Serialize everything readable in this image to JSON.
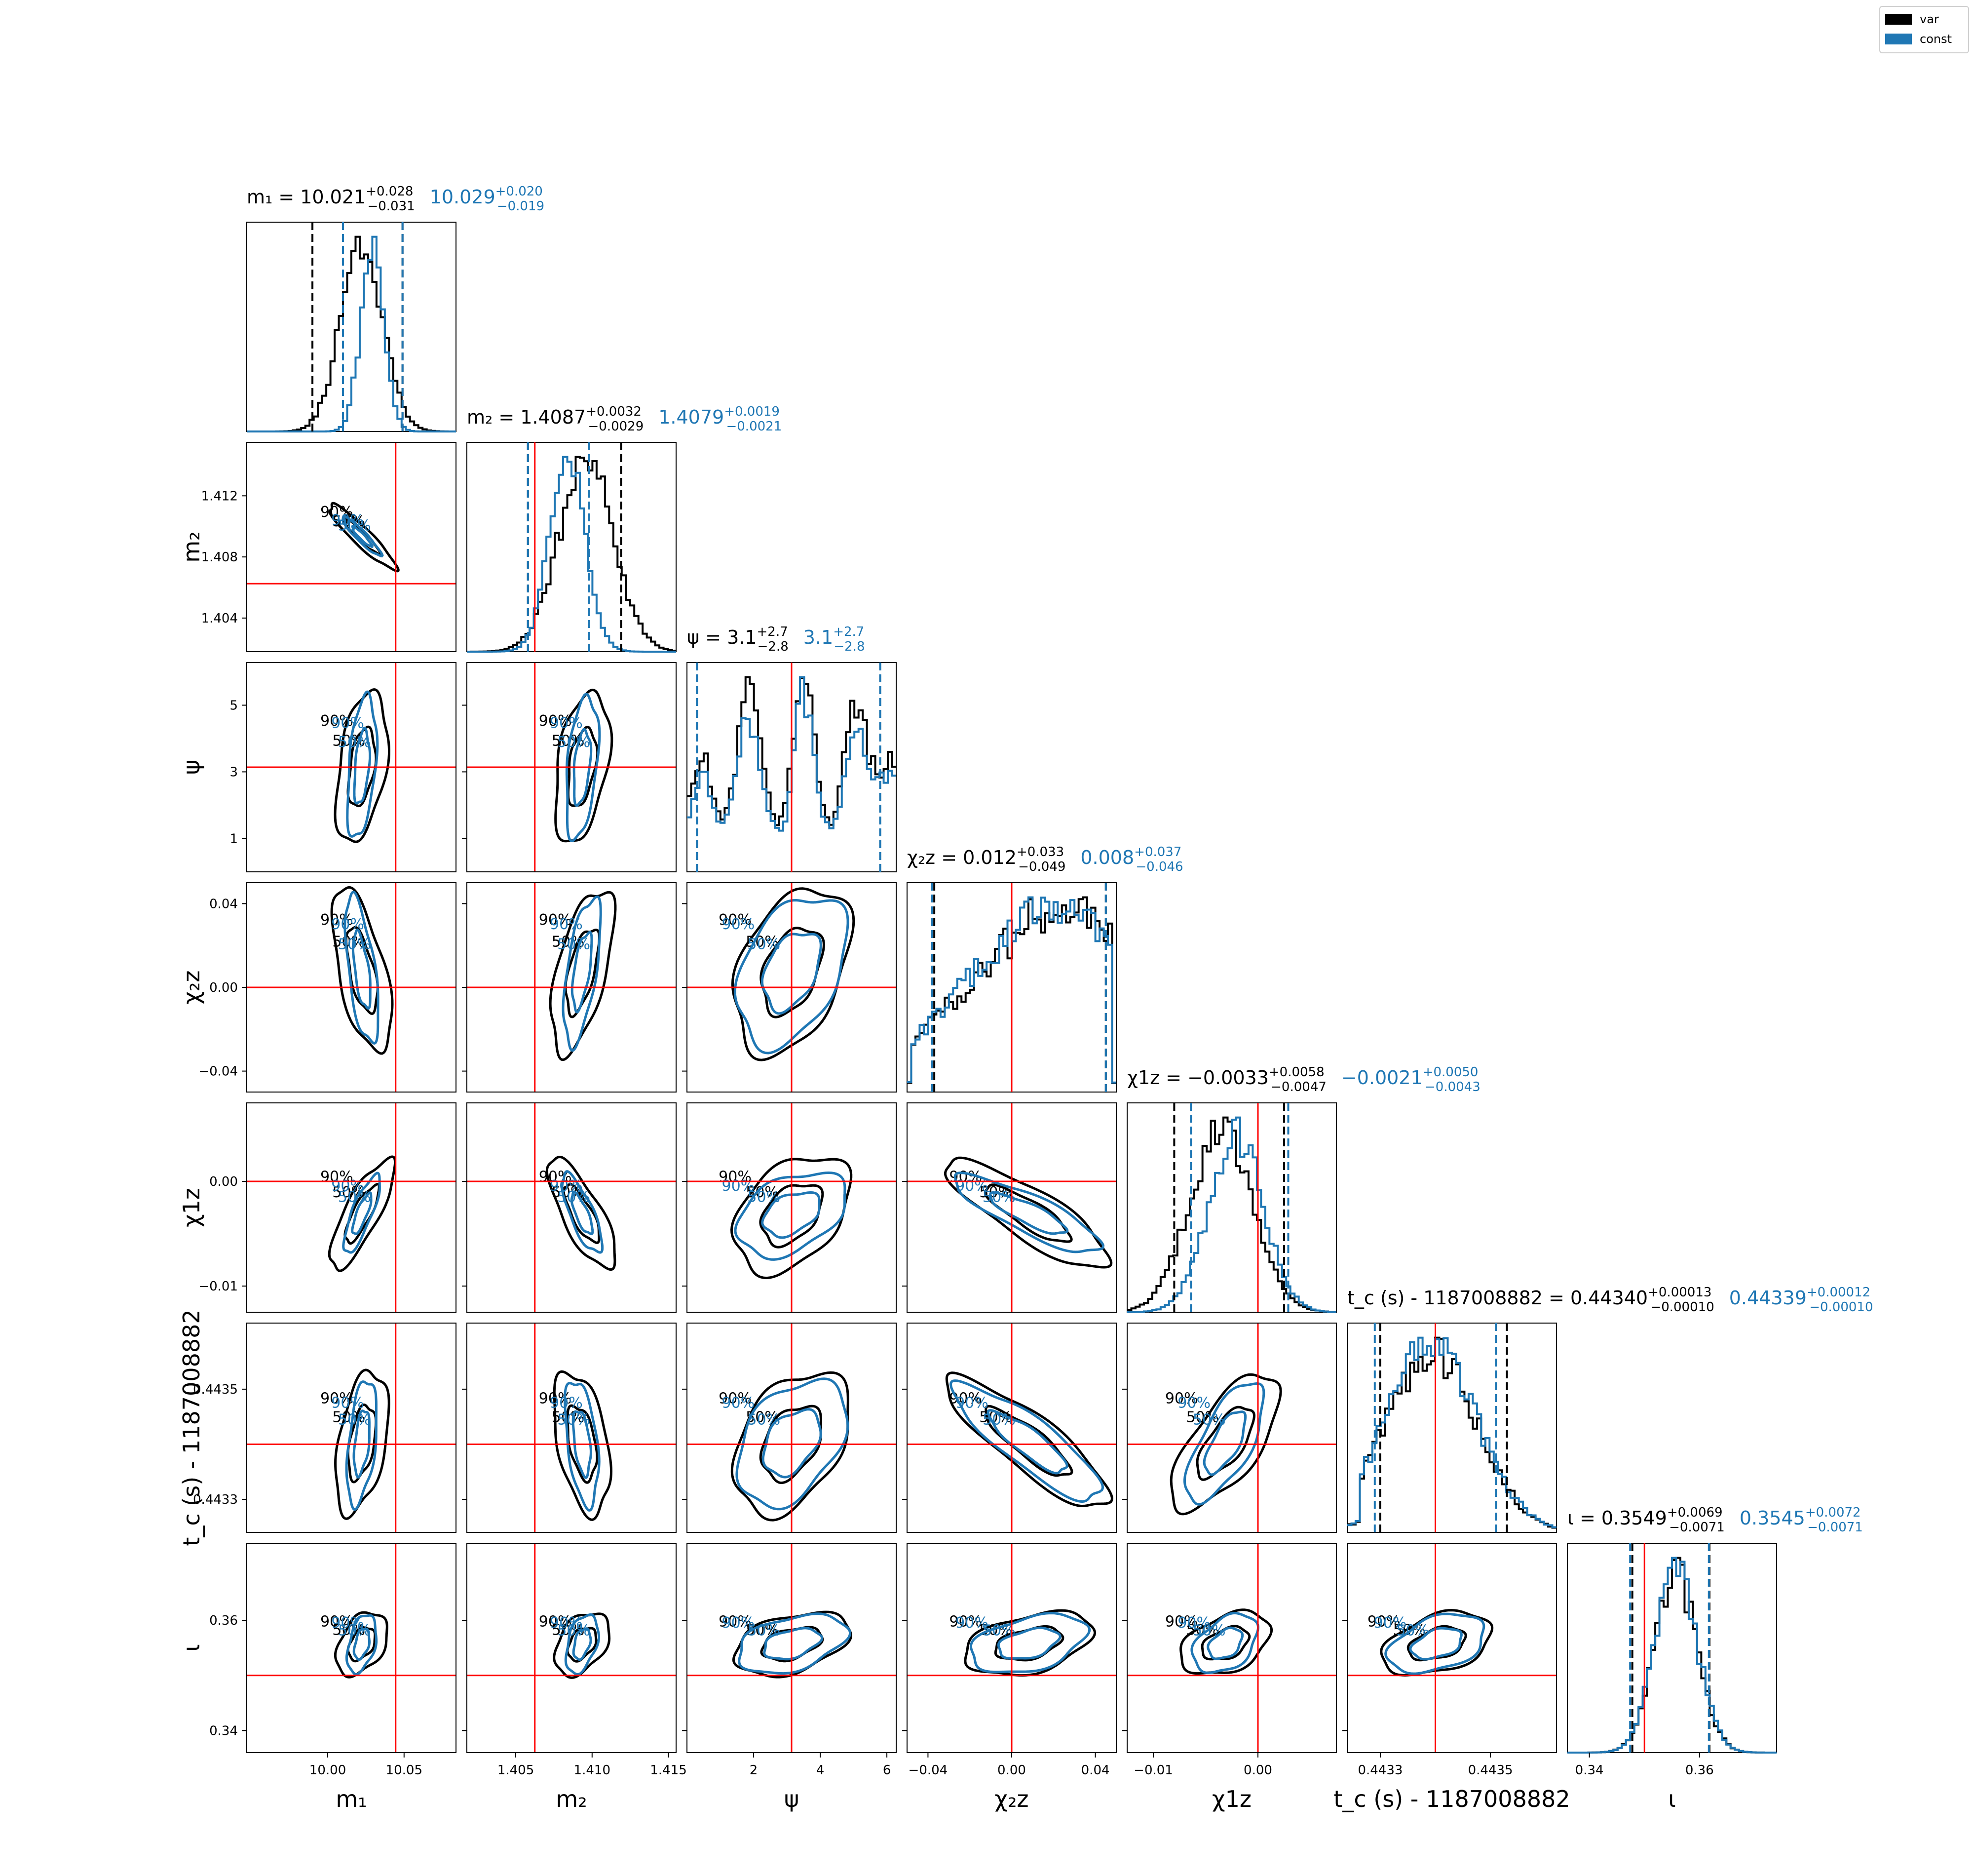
{
  "legend": [
    {
      "name": "var",
      "color": "#000000"
    },
    {
      "name": "const",
      "color": "#1f77b4"
    }
  ],
  "chart_data": {
    "type": "corner",
    "series_colors": {
      "var": "#000000",
      "const": "#1f77b4"
    },
    "truth_color": "#ff0000",
    "contour_labels": [
      "50%",
      "90%"
    ],
    "parameters": [
      {
        "id": "m1",
        "label": "m₁",
        "range": [
          9.947,
          10.084
        ],
        "ticks": [
          10.0,
          10.05
        ],
        "tick_labels": [
          "10.00",
          "10.05"
        ],
        "truth": 10.0445,
        "title_var": {
          "prefix": "m₁ = ",
          "value": "10.021",
          "upper": "+0.028",
          "lower": "−0.031"
        },
        "title_const": {
          "value": "10.029",
          "upper": "+0.020",
          "lower": "−0.019"
        }
      },
      {
        "id": "m2",
        "label": "m₂",
        "range": [
          1.4018,
          1.4155
        ],
        "ticks": [
          1.404,
          1.408,
          1.412
        ],
        "tick_labels": [
          "1.404",
          "1.408",
          "1.412"
        ],
        "x_ticks": [
          1.405,
          1.41,
          1.415
        ],
        "x_tick_labels": [
          "1.405",
          "1.410",
          "1.415"
        ],
        "truth": 1.40625,
        "title_var": {
          "prefix": "m₂ = ",
          "value": "1.4087",
          "upper": "+0.0032",
          "lower": "−0.0029"
        },
        "title_const": {
          "value": "1.4079",
          "upper": "+0.0019",
          "lower": "−0.0021"
        }
      },
      {
        "id": "psi",
        "label": "ψ",
        "range": [
          0.0,
          6.28
        ],
        "ticks": [
          1,
          3,
          5
        ],
        "tick_labels": [
          "1",
          "3",
          "5"
        ],
        "x_ticks": [
          2,
          4,
          6
        ],
        "x_tick_labels": [
          "2",
          "4",
          "6"
        ],
        "truth": 3.14,
        "title_var": {
          "prefix": "ψ = ",
          "value": "3.1",
          "upper": "+2.7",
          "lower": "−2.8"
        },
        "title_const": {
          "value": "3.1",
          "upper": "+2.7",
          "lower": "−2.8"
        }
      },
      {
        "id": "chi2z",
        "label": "χ₂z",
        "range": [
          -0.05,
          0.05
        ],
        "ticks": [
          -0.04,
          0.0,
          0.04
        ],
        "tick_labels": [
          "−0.04",
          "0.00",
          "0.04"
        ],
        "truth": 0.0,
        "title_var": {
          "prefix": "χ₂z = ",
          "value": "0.012",
          "upper": "+0.033",
          "lower": "−0.049"
        },
        "title_const": {
          "value": "0.008",
          "upper": "+0.037",
          "lower": "−0.046"
        }
      },
      {
        "id": "chi1z",
        "label": "χ1z",
        "range": [
          -0.0125,
          0.0075
        ],
        "ticks": [
          -0.01,
          0.0
        ],
        "tick_labels": [
          "−0.01",
          "0.00"
        ],
        "truth": 0.0,
        "title_var": {
          "prefix": "χ1z = ",
          "value": "−0.0033",
          "upper": "+0.0058",
          "lower": "−0.0047"
        },
        "title_const": {
          "value": "−0.0021",
          "upper": "+0.0050",
          "lower": "−0.0043"
        }
      },
      {
        "id": "tc",
        "label": "t_c (s) - 1187008882",
        "range": [
          0.44324,
          0.44362
        ],
        "ticks": [
          0.4433,
          0.4435
        ],
        "tick_labels": [
          "0.4433",
          "0.4435"
        ],
        "truth": 0.4434,
        "title_var": {
          "prefix": "t_c (s) - 1187008882 = ",
          "value": "0.44340",
          "upper": "+0.00013",
          "lower": "−0.00010"
        },
        "title_const": {
          "value": "0.44339",
          "upper": "+0.00012",
          "lower": "−0.00010"
        }
      },
      {
        "id": "iota",
        "label": "ι",
        "range": [
          0.336,
          0.374
        ],
        "ticks": [
          0.34,
          0.36
        ],
        "tick_labels": [
          "0.34",
          "0.36"
        ],
        "truth": 0.35,
        "title_var": {
          "prefix": "ι = ",
          "value": "0.3549",
          "upper": "+0.0069",
          "lower": "−0.0071"
        },
        "title_const": {
          "value": "0.3545",
          "upper": "+0.0072",
          "lower": "−0.0071"
        }
      }
    ]
  }
}
